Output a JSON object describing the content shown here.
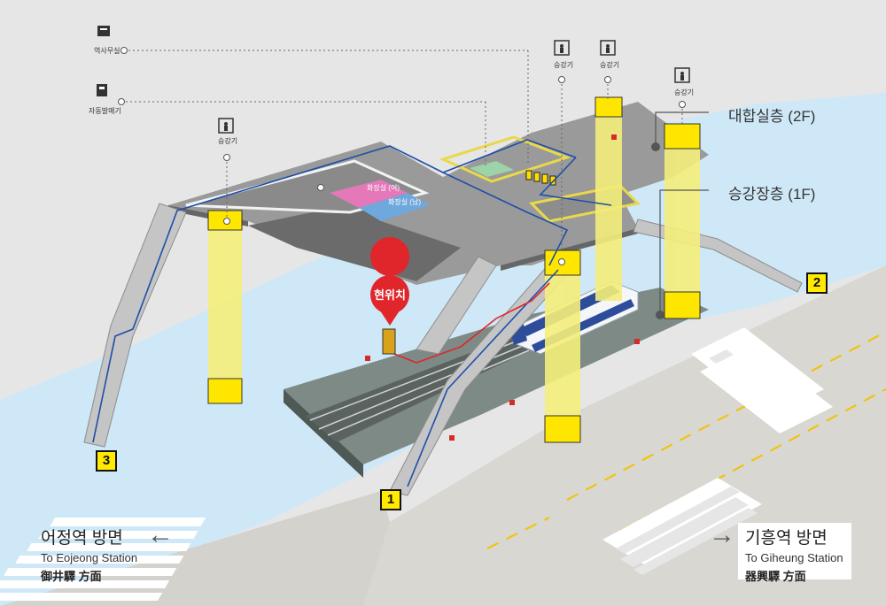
{
  "floors": {
    "upper": "대합실층 (2F)",
    "lower": "승강장층 (1F)"
  },
  "current_location": "현위치",
  "facilities": {
    "station_office": {
      "label": "역사무실",
      "icon": "station-office-icon"
    },
    "ticket_machine": {
      "label": "자동발매기",
      "icon": "ticket-machine-icon"
    },
    "elevator": {
      "label": "승강기",
      "icon": "elevator-icon"
    },
    "toilet_men": {
      "label": "화장실 (남)",
      "icon": "men-toilet-icon"
    },
    "toilet_women": {
      "label": "화장실 (여)",
      "icon": "women-toilet-icon"
    }
  },
  "exits": [
    "1",
    "2",
    "3"
  ],
  "directions": {
    "left": {
      "ko": "어정역 방면",
      "en": "To Eojeong Station",
      "cn": "御井驛 方面"
    },
    "right": {
      "ko": "기흥역 방면",
      "en": "To Giheung Station",
      "cn": "器興驛 方面"
    }
  },
  "colors": {
    "background": "#e6e6e6",
    "river": "#cfe8f7",
    "platform": "#7d8a86",
    "concourse": "#9a9a9a",
    "elevator_shaft": "#f4ee7a",
    "route": "#1e4ea8",
    "current_route": "#e0262b",
    "exit_badge": "#ffea00"
  }
}
